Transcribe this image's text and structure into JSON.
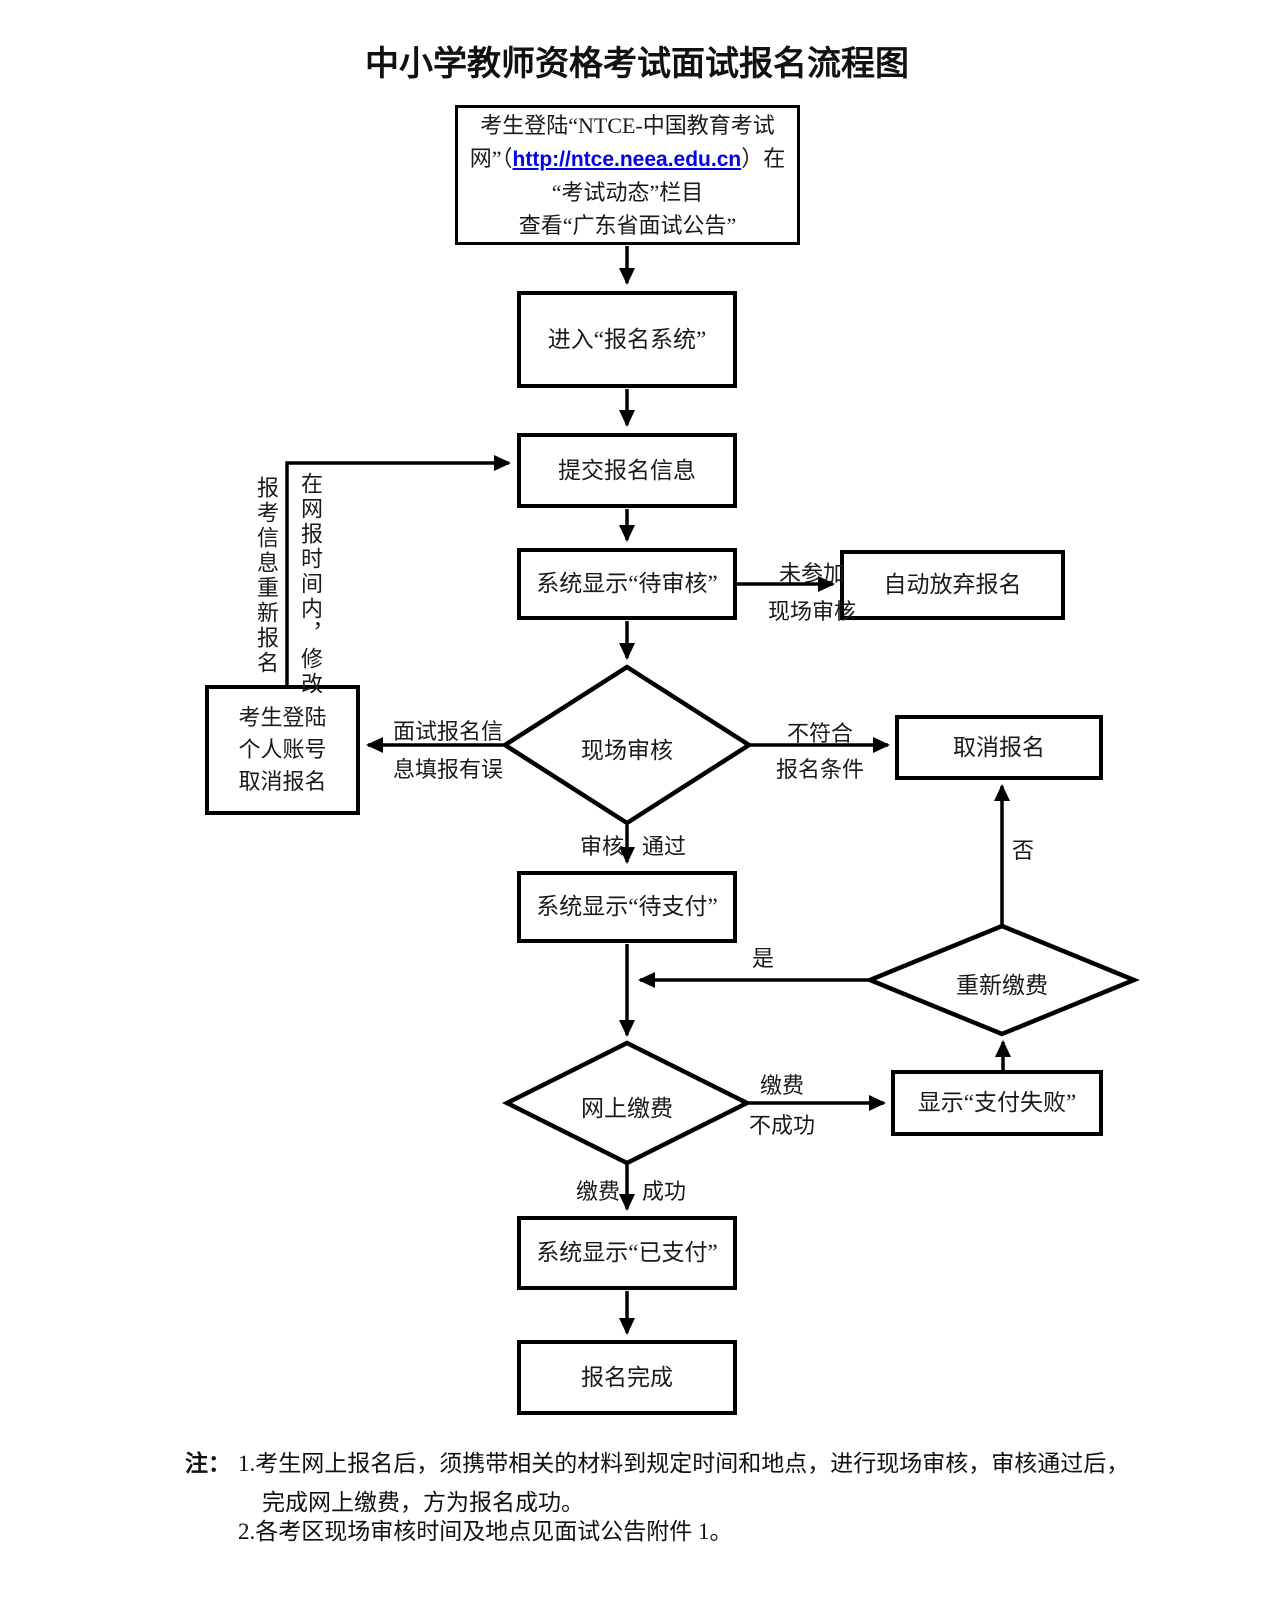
{
  "title": "中小学教师资格考试面试报名流程图",
  "colors": {
    "line": "#000000",
    "link": "#0000ee",
    "text": "#1a1a1a"
  },
  "nodes": {
    "start": {
      "line1": "考生登陆“NTCE-中国教育考试",
      "line2_pre": "网”（",
      "line2_link": "http://ntce.neea.edu.cn",
      "line2_post": "）在",
      "line3": "“考试动态”栏目",
      "line4": "查看“广东省面试公告”"
    },
    "enter_system": {
      "label": "进入“报名系统”"
    },
    "submit_info": {
      "label": "提交报名信息"
    },
    "pending_review": {
      "label": "系统显示“待审核”"
    },
    "auto_abandon": {
      "label": "自动放弃报名"
    },
    "onsite_review": {
      "label": "现场审核"
    },
    "login_cancel": {
      "line1": "考生登陆",
      "line2": "个人账号",
      "line3": "取消报名"
    },
    "cancel_registration": {
      "label": "取消报名"
    },
    "pending_payment": {
      "label": "系统显示“待支付”"
    },
    "repay": {
      "label": "重新缴费"
    },
    "online_payment": {
      "label": "网上缴费"
    },
    "payment_failed": {
      "label": "显示“支付失败”"
    },
    "paid": {
      "label": "系统显示“已支付”"
    },
    "done": {
      "label": "报名完成"
    }
  },
  "edge_labels": {
    "not_attended_1": "未参加",
    "not_attended_2": "现场审核",
    "info_error_1": "面试报名信",
    "info_error_2": "息填报有误",
    "not_qualified_1": "不符合",
    "not_qualified_2": "报名条件",
    "review_left": "审核",
    "review_right": "通过",
    "payfail_1": "缴费",
    "payfail_2": "不成功",
    "payok_left": "缴费",
    "payok_right": "成功",
    "yes": "是",
    "no": "否",
    "loop_col_right": "在网报时间内，修改",
    "loop_col_left": "报考信息重新报名"
  },
  "notes": {
    "prefix": "注：",
    "line1": "1.考生网上报名后，须携带相关的材料到规定时间和地点，进行现场审核，审核通过后，",
    "line2": "完成网上缴费，方为报名成功。",
    "line3": "2.各考区现场审核时间及地点见面试公告附件 1。"
  }
}
